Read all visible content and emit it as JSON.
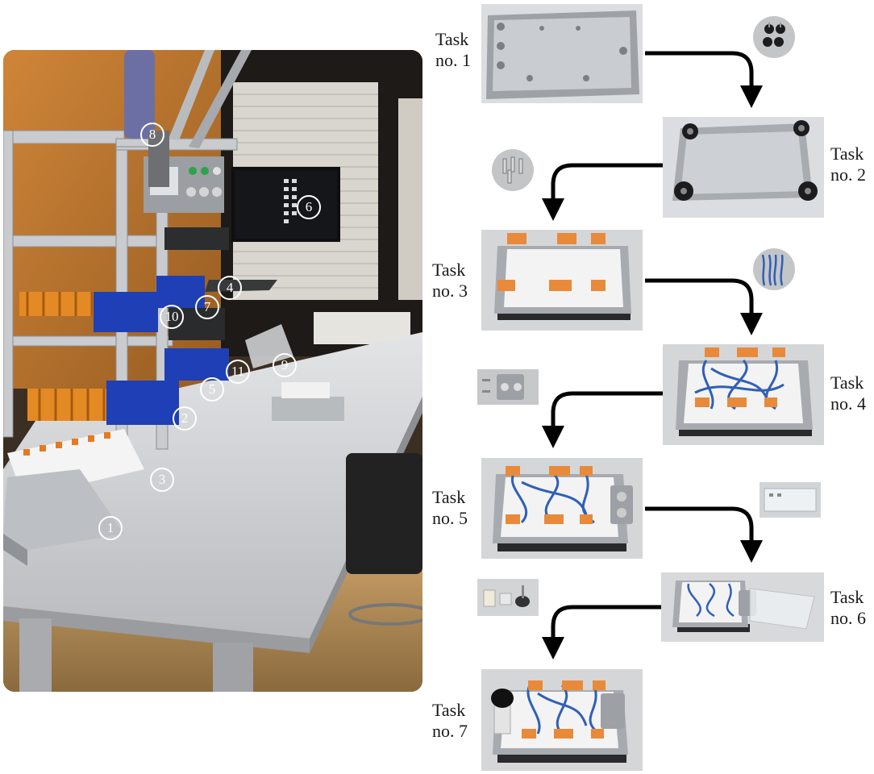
{
  "workstation": {
    "callouts": [
      "1",
      "2",
      "3",
      "4",
      "5",
      "6",
      "7",
      "8",
      "9",
      "10",
      "11"
    ]
  },
  "tasks": [
    {
      "line1": "Task",
      "line2": "no. 1"
    },
    {
      "line1": "Task",
      "line2": "no. 2"
    },
    {
      "line1": "Task",
      "line2": "no. 3"
    },
    {
      "line1": "Task",
      "line2": "no. 4"
    },
    {
      "line1": "Task",
      "line2": "no. 5"
    },
    {
      "line1": "Task",
      "line2": "no. 6"
    },
    {
      "line1": "Task",
      "line2": "no. 7"
    }
  ],
  "parts": [
    "feet-parts-icon",
    "screws-icon",
    "wires-icon",
    "hinge-bracket-icon",
    "clear-cover-icon",
    "knob-parts-icon"
  ],
  "colors": {
    "arrow": "#000000",
    "steel": "#b9bcbf",
    "white_block": "#f2f2f2",
    "connector_orange": "#e98b3b",
    "wire_blue": "#2f5fb8"
  }
}
